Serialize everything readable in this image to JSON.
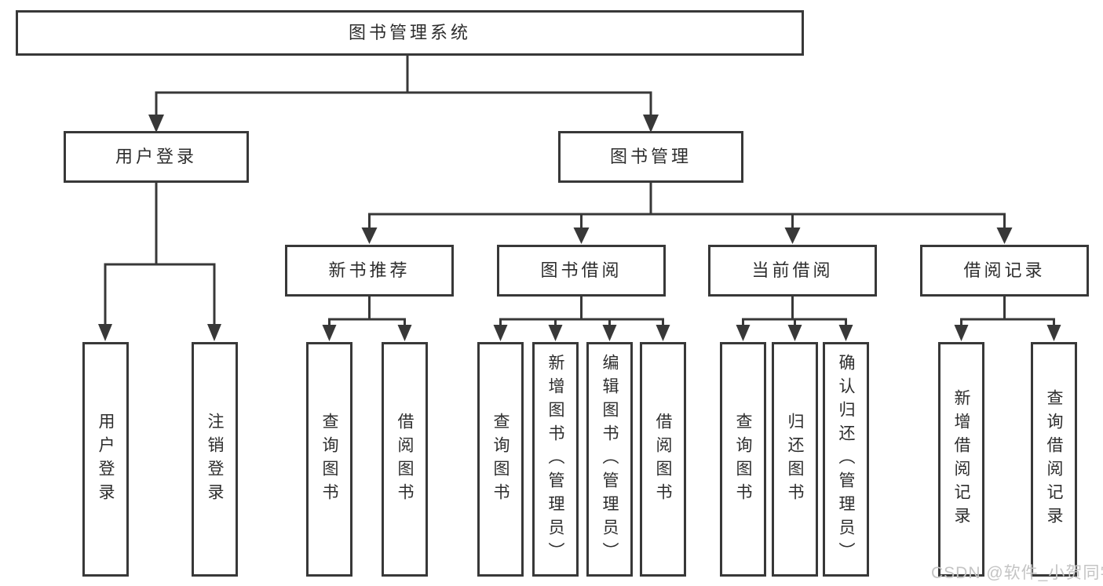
{
  "diagram": {
    "root": {
      "label": "图书管理系统"
    },
    "branches": [
      {
        "label": "用户登录",
        "children": [
          {
            "label": "用户登录"
          },
          {
            "label": "注销登录"
          }
        ]
      },
      {
        "label": "图书管理",
        "children": [
          {
            "label": "新书推荐",
            "children": [
              {
                "label": "查询图书"
              },
              {
                "label": "借阅图书"
              }
            ]
          },
          {
            "label": "图书借阅",
            "children": [
              {
                "label": "查询图书"
              },
              {
                "label": "新增图书（管理员）"
              },
              {
                "label": "编辑图书（管理员）"
              },
              {
                "label": "借阅图书"
              }
            ]
          },
          {
            "label": "当前借阅",
            "children": [
              {
                "label": "查询图书"
              },
              {
                "label": "归还图书"
              },
              {
                "label": "确认归还（管理员）"
              }
            ]
          },
          {
            "label": "借阅记录",
            "children": [
              {
                "label": "新增借阅记录"
              },
              {
                "label": "查询借阅记录"
              }
            ]
          }
        ]
      }
    ]
  },
  "watermark": {
    "text": "CSDN @软件_小贺同学"
  },
  "colors": {
    "line": "#383838",
    "box_border": "#383838",
    "text": "#2d2d2d",
    "watermark": "#c4c4c4",
    "background": "#ffffff"
  }
}
